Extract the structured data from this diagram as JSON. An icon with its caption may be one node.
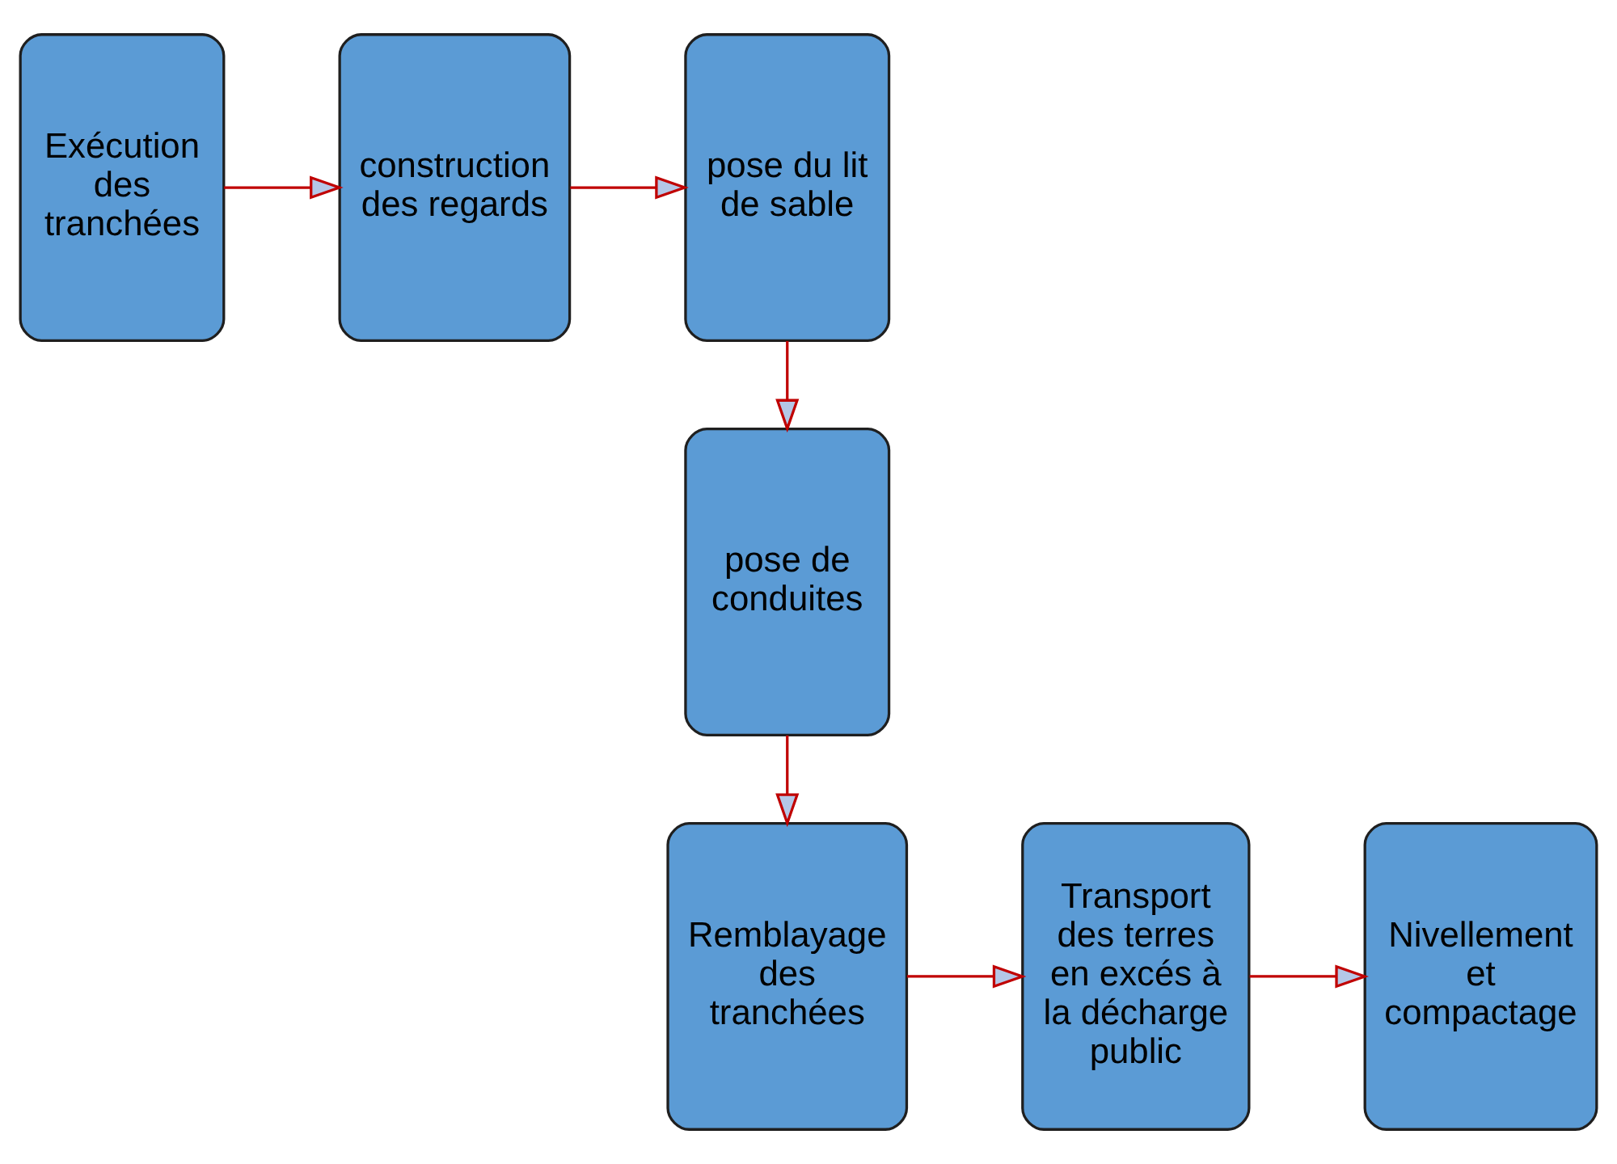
{
  "diagram": {
    "nodes": [
      {
        "text": [
          "Exécution des tranchées"
        ]
      },
      {
        "text": [
          "construction des regards"
        ]
      },
      {
        "text": [
          "pose du lit de sable"
        ]
      },
      {
        "text": [
          "pose de conduites"
        ]
      },
      {
        "text": [
          "Remblayage des tranchées"
        ]
      },
      {
        "text": [
          "Transport des terres en excés à la décharge public"
        ]
      },
      {
        "text": [
          "Nivellement et compactage"
        ]
      }
    ],
    "edges": [
      {
        "from": 0,
        "to": 1,
        "arrow": "to"
      },
      {
        "from": 1,
        "to": 2,
        "arrow": "to"
      },
      {
        "from": 2,
        "to": 3,
        "arrow": "to"
      },
      {
        "from": 3,
        "to": 4,
        "arrow": "to"
      },
      {
        "from": 4,
        "to": 5,
        "arrow": "to"
      },
      {
        "from": 5,
        "to": 6,
        "arrow": "to"
      }
    ]
  }
}
